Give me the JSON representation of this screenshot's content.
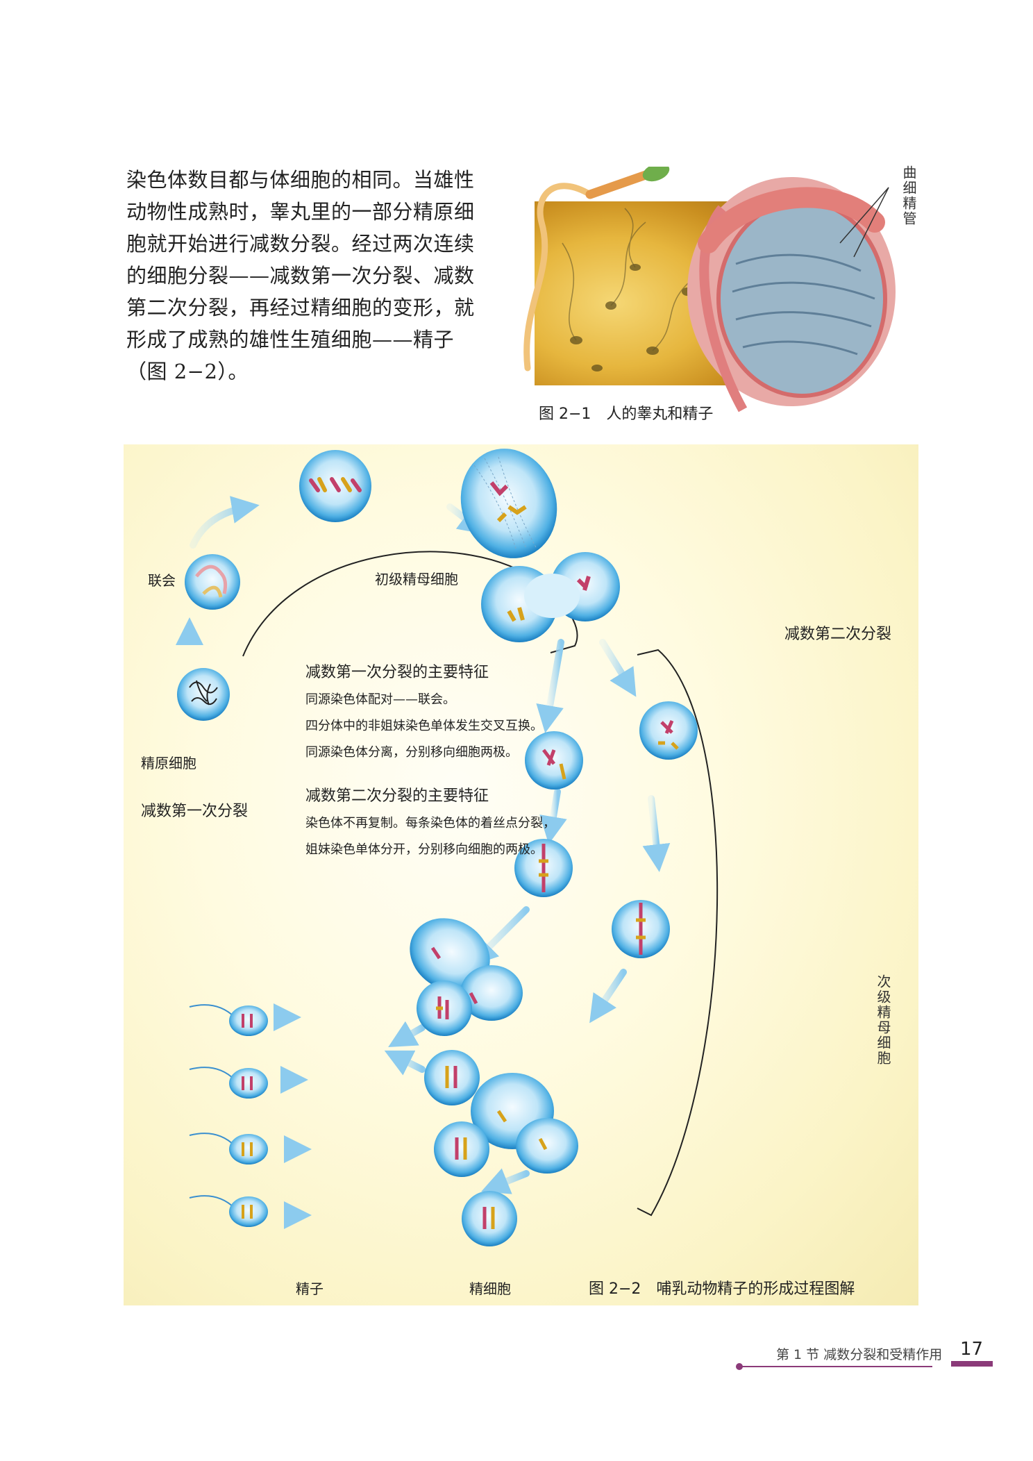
{
  "intro_lines": [
    "染色体数目都与体细胞的相同。当雄性",
    "动物性成熟时，睾丸里的一部分精原细",
    "胞就开始进行减数分裂。经过两次连续",
    "的细胞分裂——减数第一次分裂、减数",
    "第二次分裂，再经过精细胞的变形，就",
    "形成了成熟的雄性生殖细胞——精子",
    "（图 2−2）。"
  ],
  "figure1": {
    "caption": "图 2−1　人的睾丸和精子",
    "label_tubule": "曲细精管"
  },
  "figure2": {
    "labels": {
      "synapsis": "联会",
      "primary_spermatocyte": "初级精母细胞",
      "meiosis_ii": "减数第二次分裂",
      "spermatogonium": "精原细胞",
      "meiosis_i": "减数第一次分裂",
      "secondary_spermatocyte": "次级精母细胞",
      "sperm": "精子",
      "spermatid": "精细胞"
    },
    "caption": "图 2−2　哺乳动物精子的形成过程图解",
    "features_i": {
      "title": "减数第一次分裂的主要特征",
      "items": [
        "同源染色体配对——联会。",
        "四分体中的非姐妹染色单体发生交叉互换。",
        "同源染色体分离，分别移向细胞两极。"
      ]
    },
    "features_ii": {
      "title": "减数第二次分裂的主要特征",
      "items": [
        "染色体不再复制。每条染色体的着丝点分裂，",
        "姐妹染色单体分开，分别移向细胞的两极。"
      ]
    }
  },
  "footer": {
    "section": "第 1 节  减数分裂和受精作用",
    "page": "17"
  },
  "colors": {
    "accent": "#8b3a79",
    "cell_blue": "#2f9bd8",
    "chromosome_red": "#c2406a",
    "chromosome_yellow": "#d7a21b"
  }
}
